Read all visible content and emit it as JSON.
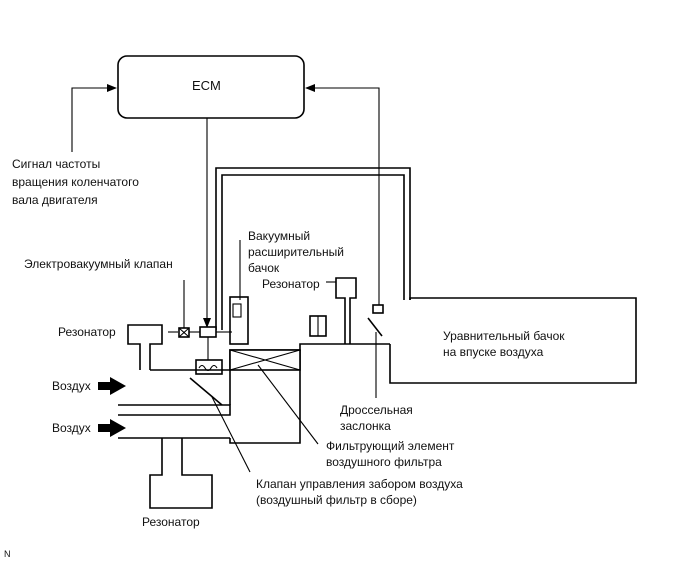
{
  "ecm": {
    "label": "ECM"
  },
  "labels": {
    "crank_signal": [
      "Сигнал частоты",
      "вращения коленчатого",
      "вала двигателя"
    ],
    "vacuum_tank": [
      "Вакуумный",
      "расширительный",
      "бачок"
    ],
    "vsv": "Электровакуумный клапан",
    "resonator_top": "Резонатор",
    "resonator_left": "Резонатор",
    "resonator_bottom": "Резонатор",
    "air_1": "Воздух",
    "air_2": "Воздух",
    "surge_tank": [
      "Уравнительный бачок",
      "на впуске воздуха"
    ],
    "throttle": [
      "Дроссельная",
      "заслонка"
    ],
    "filter_element": [
      "Фильтрующий элемент",
      "воздушного фильтра"
    ],
    "intake_valve": [
      "Клапан управления забором воздуха",
      "(воздушный фильтр в сборе)"
    ],
    "corner_mark": "N"
  }
}
